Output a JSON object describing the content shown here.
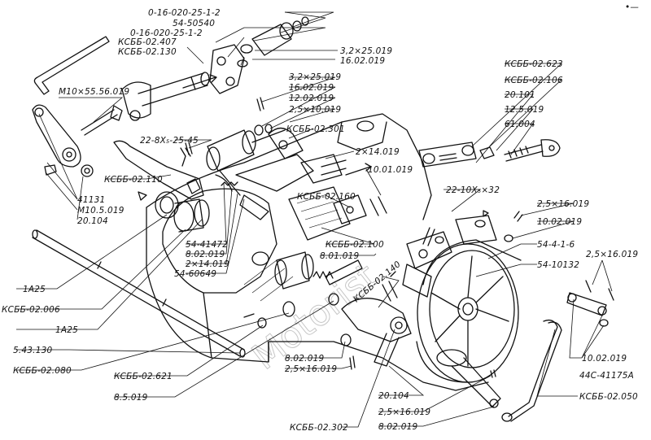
{
  "corner_mark": "•—",
  "watermark": "Motorist",
  "labels": {
    "l_0_16_a": "0-16-020-25-1-2",
    "l_54_50540": "54-50540",
    "l_0_16_b": "0-16-020-25-1-2",
    "l_ks_407": "КСББ-02.407",
    "l_ks_130": "КСББ-02.130",
    "l_32_a": "3,2×25.019",
    "l_16_a": "16.02.019",
    "l_m10_55": "M10×55.56.019",
    "l_32_b": "3,2×25.019",
    "l_16_b": "16.02.019",
    "l_12_02": "12.02.019",
    "l_25_10": "2,5×10.019",
    "l_ks_301": "КСББ-02.301",
    "l_22_8": "22-8X₅-25-45",
    "l_ks_623": "КСББ-02.623",
    "l_ks_106": "КСББ-02.106",
    "l_20_101": "20.101",
    "l_12_5": "12.5.019",
    "l_61_004": "61.004",
    "l_2x14_a": "2×14.019",
    "l_10_01": "10.01.019",
    "l_ks_110": "КСББ-02.110",
    "l_41131": "41131",
    "l_m10_5": "M10.5.019",
    "l_20_104_a": "20.104",
    "l_ks_160": "КСББ-02.160",
    "l_22_10": "22-10X₅×32",
    "l_25_16_a": "2,5×16.019",
    "l_10_02_a": "10.02.019",
    "l_54_41472": "54-41472",
    "l_8_02_a": "8.02.019",
    "l_2x14_b": "2×14.019",
    "l_54_60649": "54-60649",
    "l_ks_100": "КСББ-02.100",
    "l_8_01": "8.01.019",
    "l_54_4_1_6": "54-4-1-6",
    "l_54_10132": "54-10132",
    "l_25_16_b": "2,5×16.019",
    "l_ks_140": "КСББ-02.140",
    "l_1a25_a": "1A25",
    "l_ks_006": "КСББ-02.006",
    "l_1a25_b": "1A25",
    "l_5_43": "5.43.130",
    "l_ks_080": "КСББ-02.080",
    "l_ks_621": "КСББ-02.621",
    "l_8_5": "8.5.019",
    "l_8_02_b": "8.02.019",
    "l_25_16_c": "2,5×16.019",
    "l_10_02_b": "10.02.019",
    "l_44c": "44C-41175A",
    "l_ks_050": "КСББ-02.050",
    "l_20_104_b": "20.104",
    "l_25_16_d": "2,5×16.019",
    "l_8_02_c": "8.02.019",
    "l_ks_302": "КСББ-02.302"
  }
}
